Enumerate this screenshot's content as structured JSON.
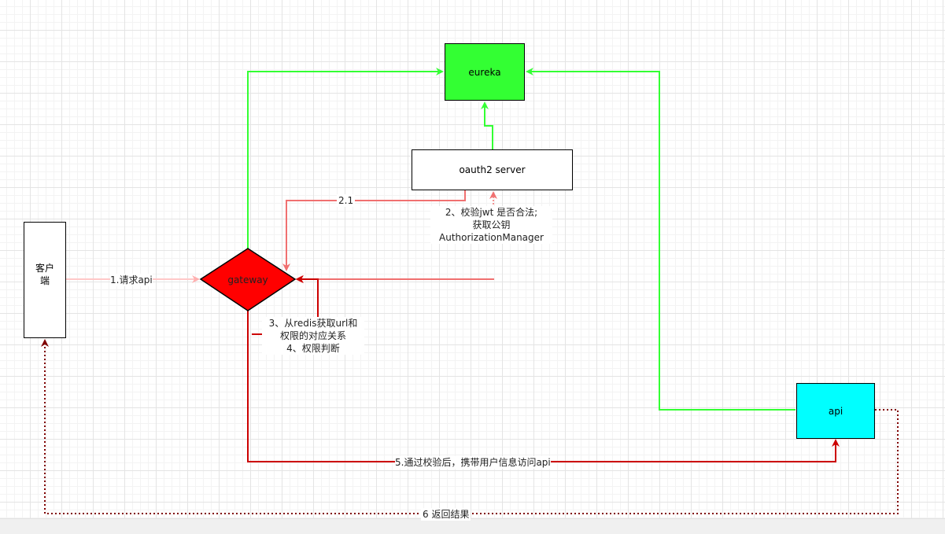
{
  "nodes": {
    "eureka": {
      "label": "eureka",
      "color": "#33ff33"
    },
    "oauth2": {
      "label": "oauth2 server",
      "color": "#ffffff"
    },
    "client": {
      "label_line1": "客户",
      "label_line2": "端",
      "color": "#ffffff"
    },
    "gateway": {
      "label": "gateway",
      "color": "#ff0000"
    },
    "api": {
      "label": "api",
      "color": "#00ffff"
    }
  },
  "edges": {
    "step1": "1.请求api",
    "step2_1": "2.1",
    "step2": [
      "2、校验jwt 是否合法;",
      "获取公钥",
      "AuthorizationManager"
    ],
    "step3_4": [
      "3、从redis获取url和",
      "权限的对应关系",
      "4、权限判断"
    ],
    "step5": "5.通过校验后，携带用户信息访问api",
    "step6": "6 返回结果"
  },
  "colors": {
    "register_edge": "#33ff33",
    "oauth_edge": "#f07070",
    "request_edge": "#ffc8c8",
    "gateway_edge": "#cc0000",
    "return_edge": "#800000"
  }
}
